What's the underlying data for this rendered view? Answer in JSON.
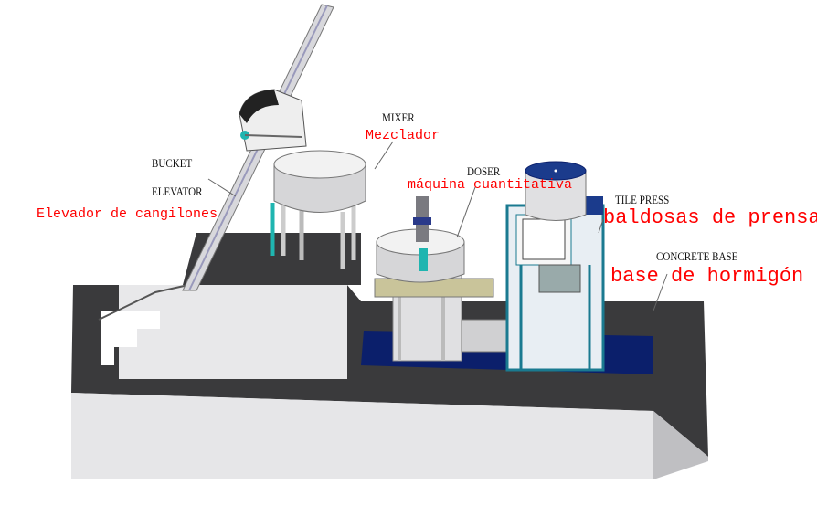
{
  "labels": {
    "mixer_en": "MIXER",
    "mixer_es": "Mezclador",
    "bucket_en": "BUCKET",
    "elevator_en": "ELEVATOR",
    "elevator_es": "Elevador de cangilones",
    "doser_en": "DOSER",
    "doser_es": "máquina cuantitativa",
    "press_en": "TILE PRESS",
    "press_es": "baldosas de prensa",
    "base_en": "CONCRETE BASE",
    "base_es": "base de hormigón"
  },
  "colors": {
    "dark_surface": "#3a3a3c",
    "light_face": "#e6e6e8",
    "pit_blue": "#0b1f6b",
    "accent_teal": "#1fb5b0",
    "label_red": "#ff0000"
  }
}
